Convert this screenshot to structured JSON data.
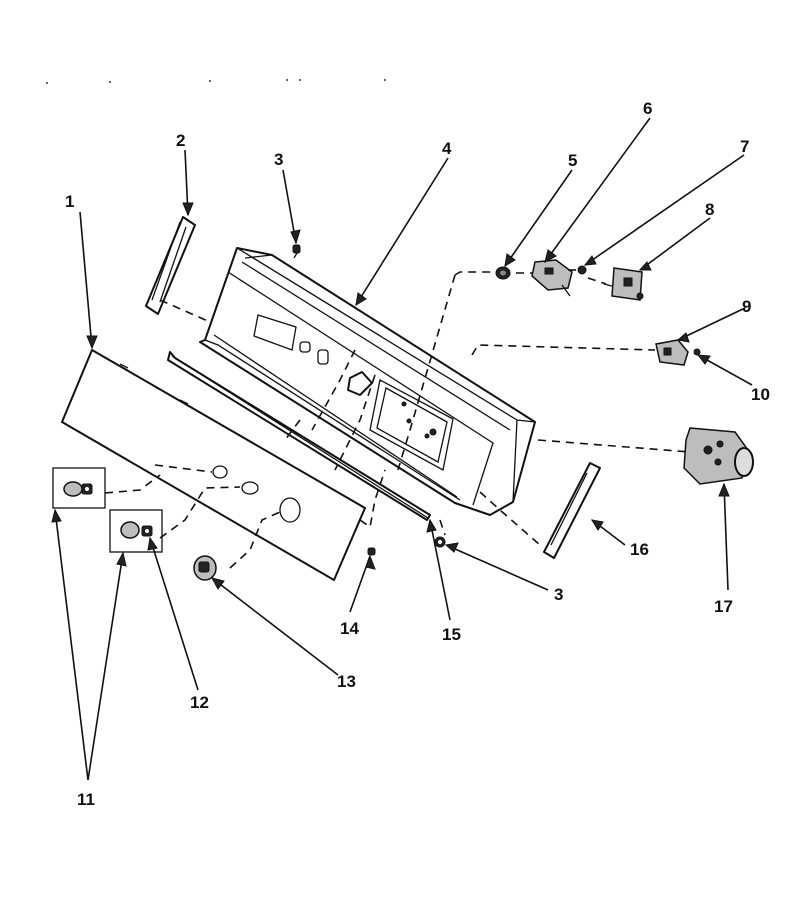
{
  "diagram": {
    "callouts": [
      {
        "id": "1",
        "label": "1"
      },
      {
        "id": "2",
        "label": "2"
      },
      {
        "id": "3a",
        "label": "3"
      },
      {
        "id": "4",
        "label": "4"
      },
      {
        "id": "5",
        "label": "5"
      },
      {
        "id": "6",
        "label": "6"
      },
      {
        "id": "7",
        "label": "7"
      },
      {
        "id": "8",
        "label": "8"
      },
      {
        "id": "9",
        "label": "9"
      },
      {
        "id": "10",
        "label": "10"
      },
      {
        "id": "17",
        "label": "17"
      },
      {
        "id": "16",
        "label": "16"
      },
      {
        "id": "3b",
        "label": "3"
      },
      {
        "id": "15",
        "label": "15"
      },
      {
        "id": "14",
        "label": "14"
      },
      {
        "id": "13",
        "label": "13"
      },
      {
        "id": "12",
        "label": "12"
      },
      {
        "id": "11",
        "label": "11"
      }
    ]
  }
}
